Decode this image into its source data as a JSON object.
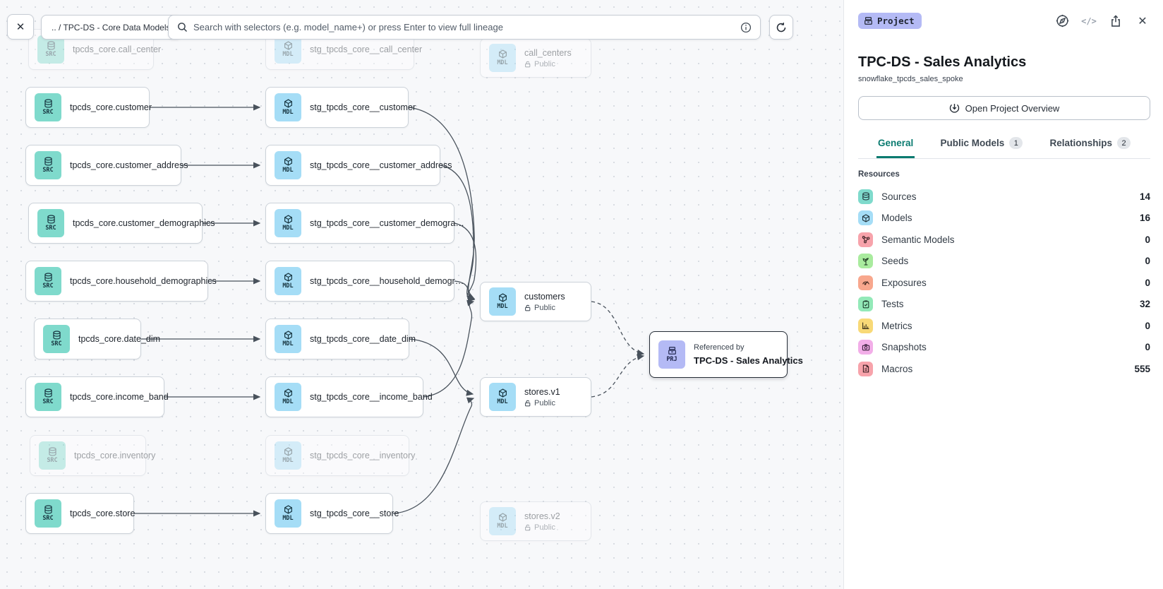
{
  "toolbar": {
    "breadcrumb": ".. / TPC-DS - Core Data Models",
    "search_placeholder": "Search with selectors (e.g. model_name+) or press Enter to view full lineage",
    "close_icon": "✕"
  },
  "canvas": {
    "public_access_label": "Public",
    "nodes": [
      {
        "type": "source",
        "badge": "SRC",
        "label": "tpcds_core.call_center",
        "faded": true
      },
      {
        "type": "model",
        "badge": "MDL",
        "label": "stg_tpcds_core__call_center",
        "faded": true
      },
      {
        "type": "model",
        "badge": "MDL",
        "label": "call_centers",
        "access": "Public",
        "faded": true
      },
      {
        "type": "source",
        "badge": "SRC",
        "label": "tpcds_core.customer"
      },
      {
        "type": "model",
        "badge": "MDL",
        "label": "stg_tpcds_core__customer"
      },
      {
        "type": "source",
        "badge": "SRC",
        "label": "tpcds_core.customer_address"
      },
      {
        "type": "model",
        "badge": "MDL",
        "label": "stg_tpcds_core__customer_address"
      },
      {
        "type": "source",
        "badge": "SRC",
        "label": "tpcds_core.customer_demographics"
      },
      {
        "type": "model",
        "badge": "MDL",
        "label": "stg_tpcds_core__customer_demogra…"
      },
      {
        "type": "source",
        "badge": "SRC",
        "label": "tpcds_core.household_demographics"
      },
      {
        "type": "model",
        "badge": "MDL",
        "label": "stg_tpcds_core__household_demogr…"
      },
      {
        "type": "source",
        "badge": "SRC",
        "label": "tpcds_core.date_dim"
      },
      {
        "type": "model",
        "badge": "MDL",
        "label": "stg_tpcds_core__date_dim"
      },
      {
        "type": "source",
        "badge": "SRC",
        "label": "tpcds_core.income_band"
      },
      {
        "type": "model",
        "badge": "MDL",
        "label": "stg_tpcds_core__income_band"
      },
      {
        "type": "source",
        "badge": "SRC",
        "label": "tpcds_core.inventory",
        "faded": true
      },
      {
        "type": "model",
        "badge": "MDL",
        "label": "stg_tpcds_core__inventory",
        "faded": true
      },
      {
        "type": "source",
        "badge": "SRC",
        "label": "tpcds_core.store"
      },
      {
        "type": "model",
        "badge": "MDL",
        "label": "stg_tpcds_core__store"
      },
      {
        "type": "model",
        "badge": "MDL",
        "label": "customers",
        "access": "Public"
      },
      {
        "type": "model",
        "badge": "MDL",
        "label": "stores.v1",
        "access": "Public"
      },
      {
        "type": "model",
        "badge": "MDL",
        "label": "stores.v2",
        "access": "Public",
        "faded": true
      },
      {
        "type": "project",
        "badge": "PRJ",
        "ref_label": "Referenced by",
        "label": "TPC-DS - Sales Analytics"
      }
    ]
  },
  "panel": {
    "badge": "Project",
    "title": "TPC-DS - Sales Analytics",
    "subtitle": "snowflake_tpcds_sales_spoke",
    "overview_button": "Open Project Overview",
    "close_icon": "✕",
    "code_icon": "</>",
    "tabs": [
      {
        "label": "General",
        "active": true
      },
      {
        "label": "Public Models",
        "badge": "1"
      },
      {
        "label": "Relationships",
        "badge": "2"
      }
    ],
    "resources_header": "Resources",
    "resources": [
      {
        "label": "Sources",
        "count": "14",
        "color": "#7fdacc"
      },
      {
        "label": "Models",
        "count": "16",
        "color": "#a5ddf6"
      },
      {
        "label": "Semantic Models",
        "count": "0",
        "color": "#f7a3ab"
      },
      {
        "label": "Seeds",
        "count": "0",
        "color": "#a9eb9e"
      },
      {
        "label": "Exposures",
        "count": "0",
        "color": "#f8a78d"
      },
      {
        "label": "Tests",
        "count": "32",
        "color": "#93e9b8"
      },
      {
        "label": "Metrics",
        "count": "0",
        "color": "#f8d977"
      },
      {
        "label": "Snapshots",
        "count": "0",
        "color": "#f2aee8"
      },
      {
        "label": "Macros",
        "count": "555",
        "color": "#f7a3ab"
      }
    ],
    "accent_color": "#0b7b70"
  }
}
